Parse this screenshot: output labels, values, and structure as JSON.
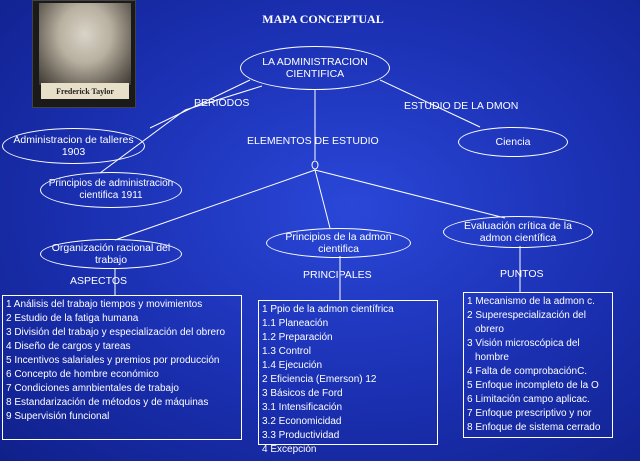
{
  "title": "MAPA CONCEPTUAL",
  "photo_caption": "Frederick Taylor",
  "root": "LA ADMINISTRACION CIENTIFICA",
  "labels": {
    "periodos": "PERIODOS",
    "estudio": "ESTUDIO DE LA DMON",
    "elementos": "ELEMENTOS DE ESTUDIO",
    "aspectos": "ASPECTOS",
    "principales": "PRINCIPALES",
    "puntos": "PUNTOS"
  },
  "nodes": {
    "talleres": "Administracion de talleres 1903",
    "principios1911": "Principios de administracion cientifica 1911",
    "ciencia": "Ciencia",
    "organizacion": "Organización racional del trabajo",
    "principios_admon": "Principios de la admon cientifica",
    "evaluacion": "Evaluación crítica de la admon científica"
  },
  "aspectos_list": [
    "1 Análisis del trabajo tiempos y movimientos",
    "2 Estudio de la fatiga humana",
    "3 División del trabajo y especialización del obrero",
    "4 Diseño de cargos y tareas",
    "5 Incentivos salariales y premios por producción",
    "6 Concepto de hombre económico",
    "7 Condiciones amnbientales de trabajo",
    "8 Estandarización de métodos y de máquinas",
    "9 Supervisión funcional"
  ],
  "principales_list": [
    "1 Ppio de la admon científrica",
    "1.1 Planeación",
    "1.2 Preparación",
    "1.3 Control",
    "1.4 Ejecución",
    "2 Eficiencia (Emerson)  12",
    "3 Básicos de Ford",
    "3.1 Intensificación",
    "3.2 Economicidad",
    "3.3 Productividad",
    "4 Excepción"
  ],
  "puntos_list": [
    "1 Mecanismo de la admon c.",
    "2 Superespecialización del",
    "obrero",
    "3 Visión microscópica del",
    "hombre",
    "4 Falta de comprobaciónC.",
    "5 Enfoque incompleto de la O",
    "6 Limitación campo aplicac.",
    "7 Enfoque prescriptivo y nor",
    "8 Enfoque de sistema cerrado"
  ]
}
